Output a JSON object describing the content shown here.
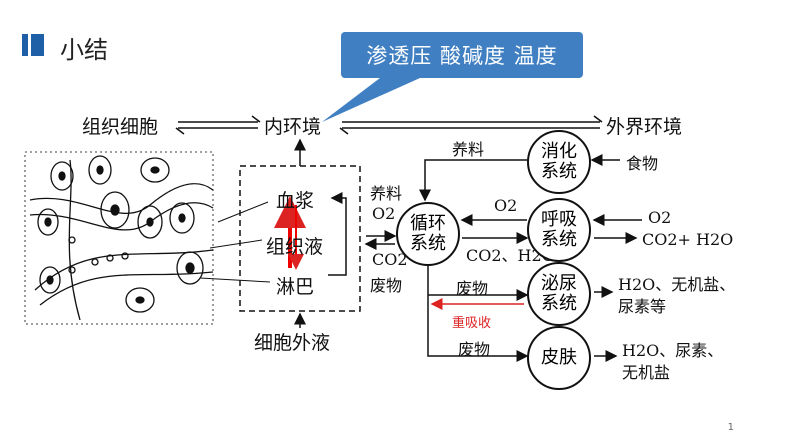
{
  "title": "小结",
  "callout": "渗透压  酸碱度  温度",
  "top_row": {
    "cells": "组织细胞",
    "internal": "内环境",
    "external": "外界环境"
  },
  "fluids": {
    "plasma": "血浆",
    "tissue_fluid": "组织液",
    "lymph": "淋巴",
    "extracellular": "细胞外液"
  },
  "labels": {
    "nutrients_top": "养料",
    "nutrients_left": "养料",
    "o2_left": "O2",
    "co2_left": "CO2",
    "waste_left": "废物",
    "o2_mid": "O2",
    "co2_h2o_mid": "CO2、H2O",
    "waste_urinary": "废物",
    "reabsorb": "重吸收",
    "waste_skin": "废物",
    "food": "食物",
    "o2_right": "O2",
    "co2_h2o_right": "CO2+ H2O",
    "urinary_out": "H2O、无机盐、\n尿素等",
    "skin_out": "H2O、尿素、\n无机盐"
  },
  "systems": {
    "digestive": "消化\n系统",
    "circulatory": "循环\n系统",
    "respiratory": "呼吸\n系统",
    "urinary": "泌尿\n系统",
    "skin": "皮肤"
  },
  "page_number": "1"
}
